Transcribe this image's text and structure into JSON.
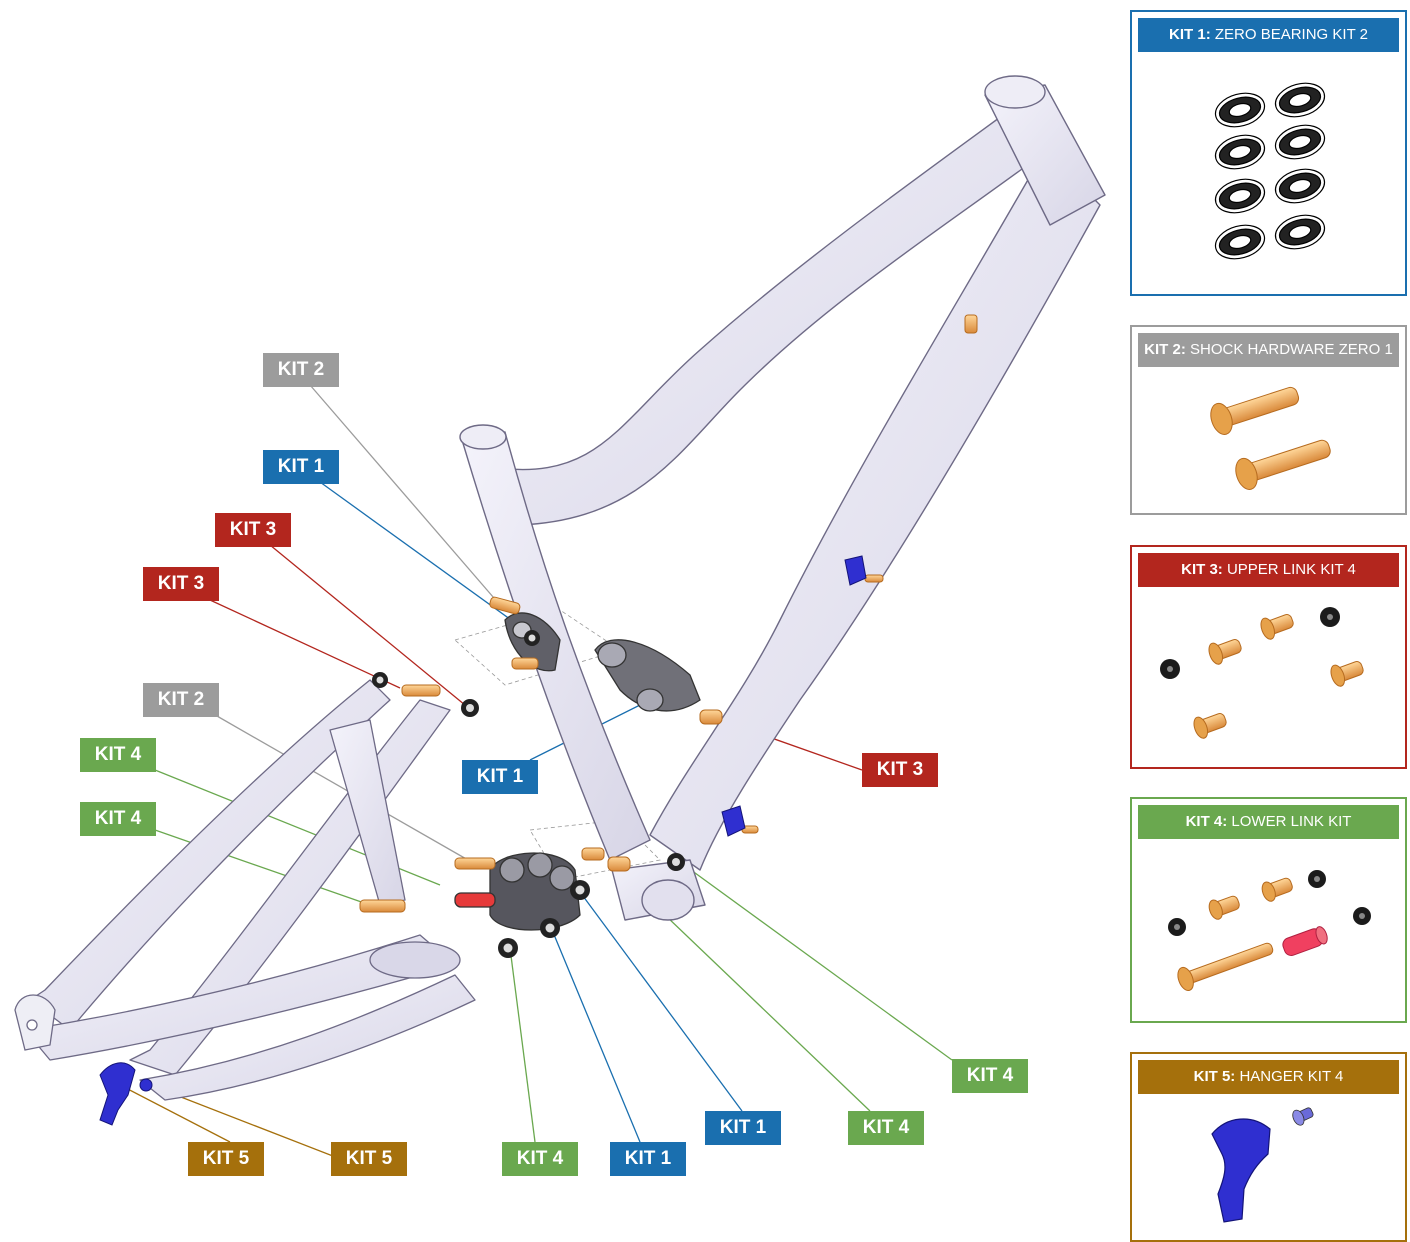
{
  "colors": {
    "kit1": "#1a6faf",
    "kit2": "#9c9c9c",
    "kit3": "#b3261e",
    "kit4": "#6aa84f",
    "kit5": "#a5700c"
  },
  "callouts": [
    {
      "text": "KIT 2",
      "kit": "kit2"
    },
    {
      "text": "KIT 1",
      "kit": "kit1"
    },
    {
      "text": "KIT 3",
      "kit": "kit3"
    },
    {
      "text": "KIT 3",
      "kit": "kit3"
    },
    {
      "text": "KIT 2",
      "kit": "kit2"
    },
    {
      "text": "KIT 4",
      "kit": "kit4"
    },
    {
      "text": "KIT 4",
      "kit": "kit4"
    },
    {
      "text": "KIT 1",
      "kit": "kit1"
    },
    {
      "text": "KIT 3",
      "kit": "kit3"
    },
    {
      "text": "KIT 4",
      "kit": "kit4"
    },
    {
      "text": "KIT 1",
      "kit": "kit1"
    },
    {
      "text": "KIT 4",
      "kit": "kit4"
    },
    {
      "text": "KIT 5",
      "kit": "kit5"
    },
    {
      "text": "KIT 5",
      "kit": "kit5"
    },
    {
      "text": "KIT 4",
      "kit": "kit4"
    },
    {
      "text": "KIT 1",
      "kit": "kit1"
    }
  ],
  "panels": [
    {
      "kit": "kit1",
      "label": "KIT 1:",
      "name": "ZERO BEARING KIT 2"
    },
    {
      "kit": "kit2",
      "label": "KIT 2:",
      "name": "SHOCK HARDWARE ZERO 1"
    },
    {
      "kit": "kit3",
      "label": "KIT 3:",
      "name": "UPPER LINK KIT 4"
    },
    {
      "kit": "kit4",
      "label": "KIT 4:",
      "name": "LOWER LINK KIT"
    },
    {
      "kit": "kit5",
      "label": "KIT 5:",
      "name": "HANGER KIT 4"
    }
  ]
}
